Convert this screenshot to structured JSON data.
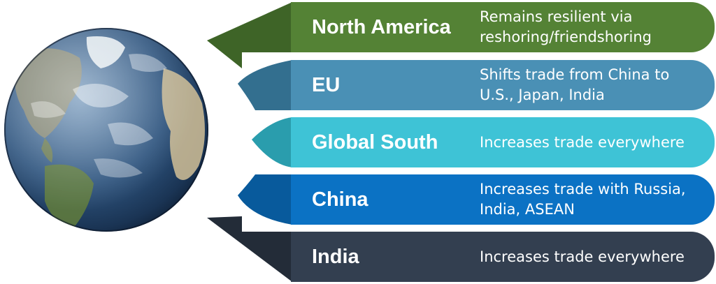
{
  "colors": {
    "north_america": "#548235",
    "eu": "#4a90b5",
    "global_south": "#3ec3d6",
    "china": "#0b72c4",
    "india": "#333f50"
  },
  "globe": {
    "icon": "earth-globe-icon"
  },
  "rows": [
    {
      "region": "North America",
      "description": "Remains resilient via reshoring/friendshoring"
    },
    {
      "region": "EU",
      "description": "Shifts trade from China to U.S., Japan, India"
    },
    {
      "region": "Global South",
      "description": "Increases trade everywhere"
    },
    {
      "region": "China",
      "description": "Increases trade with Russia, India, ASEAN"
    },
    {
      "region": "India",
      "description": "Increases trade everywhere"
    }
  ]
}
